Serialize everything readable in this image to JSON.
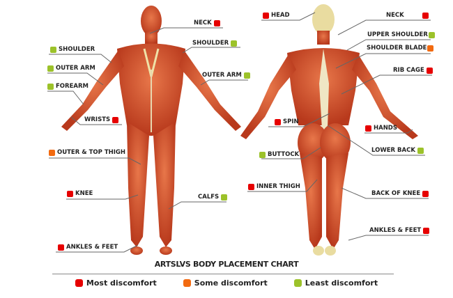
{
  "title": "ARTSLVS BODY PLACEMENT CHART",
  "colors": {
    "most": "#e60000",
    "some": "#f26a10",
    "least": "#9cc22a"
  },
  "legend": [
    {
      "label": "Most discomfort",
      "level": "red"
    },
    {
      "label": "Some discomfort",
      "level": "orange"
    },
    {
      "label": "Least discomfort",
      "level": "green"
    }
  ],
  "front_labels": [
    {
      "text": "NECK",
      "level": "red"
    },
    {
      "text": "SHOULDER",
      "level": "green"
    },
    {
      "text": "SHOULDER",
      "level": "green"
    },
    {
      "text": "OUTER ARM",
      "level": "green"
    },
    {
      "text": "FOREARM",
      "level": "green"
    },
    {
      "text": "OUTER ARM",
      "level": "green"
    },
    {
      "text": "WRISTS",
      "level": "red"
    },
    {
      "text": "OUTER & TOP THIGH",
      "level": "orange"
    },
    {
      "text": "KNEE",
      "level": "red"
    },
    {
      "text": "CALFS",
      "level": "green"
    },
    {
      "text": "ANKLES & FEET",
      "level": "red"
    }
  ],
  "back_labels": [
    {
      "text": "HEAD",
      "level": "red"
    },
    {
      "text": "NECK",
      "level": "red"
    },
    {
      "text": "UPPER SHOULDER",
      "level": "green"
    },
    {
      "text": "SHOULDER BLADE",
      "level": "orange"
    },
    {
      "text": "RIB CAGE",
      "level": "red"
    },
    {
      "text": "SPIN",
      "level": "red"
    },
    {
      "text": "HANDS",
      "level": "red"
    },
    {
      "text": "BUTTOCK",
      "level": "green"
    },
    {
      "text": "LOWER BACK",
      "level": "green"
    },
    {
      "text": "INNER THIGH",
      "level": "red"
    },
    {
      "text": "BACK OF KNEE",
      "level": "red"
    },
    {
      "text": "ANKLES & FEET",
      "level": "red"
    }
  ]
}
